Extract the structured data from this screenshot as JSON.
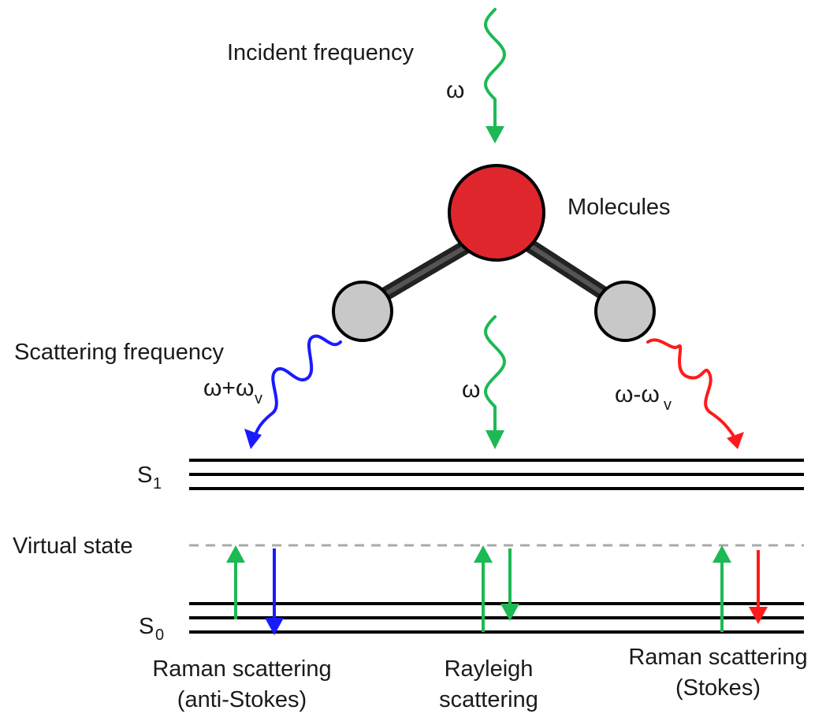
{
  "labels": {
    "incident": "Incident frequency",
    "molecules": "Molecules",
    "scattering": "Scattering frequency",
    "virtual_state": "Virtual state",
    "s1_main": "S",
    "s1_sub": "1",
    "s0_main": "S",
    "s0_sub": "0"
  },
  "frequencies": {
    "incident": "ω",
    "anti_stokes_main": "ω+ω",
    "anti_stokes_sub": "v",
    "rayleigh": "ω",
    "stokes_main": "ω-ω",
    "stokes_sub": "v"
  },
  "processes": {
    "raman_anti_stokes_line1": "Raman scattering",
    "raman_anti_stokes_line2": "(anti-Stokes)",
    "rayleigh_line1": "Rayleigh",
    "rayleigh_line2": "scattering",
    "raman_stokes_line1": "Raman scattering",
    "raman_stokes_line2": "(Stokes)"
  },
  "colors": {
    "incident_green": "#1db954",
    "anti_stokes_blue": "#1a1aff",
    "stokes_red": "#ff1a1a",
    "molecule_center": "#e0262d",
    "molecule_side": "#c8c8c8",
    "bond": "#333333",
    "virtual_dashed": "#aaaaaa"
  }
}
